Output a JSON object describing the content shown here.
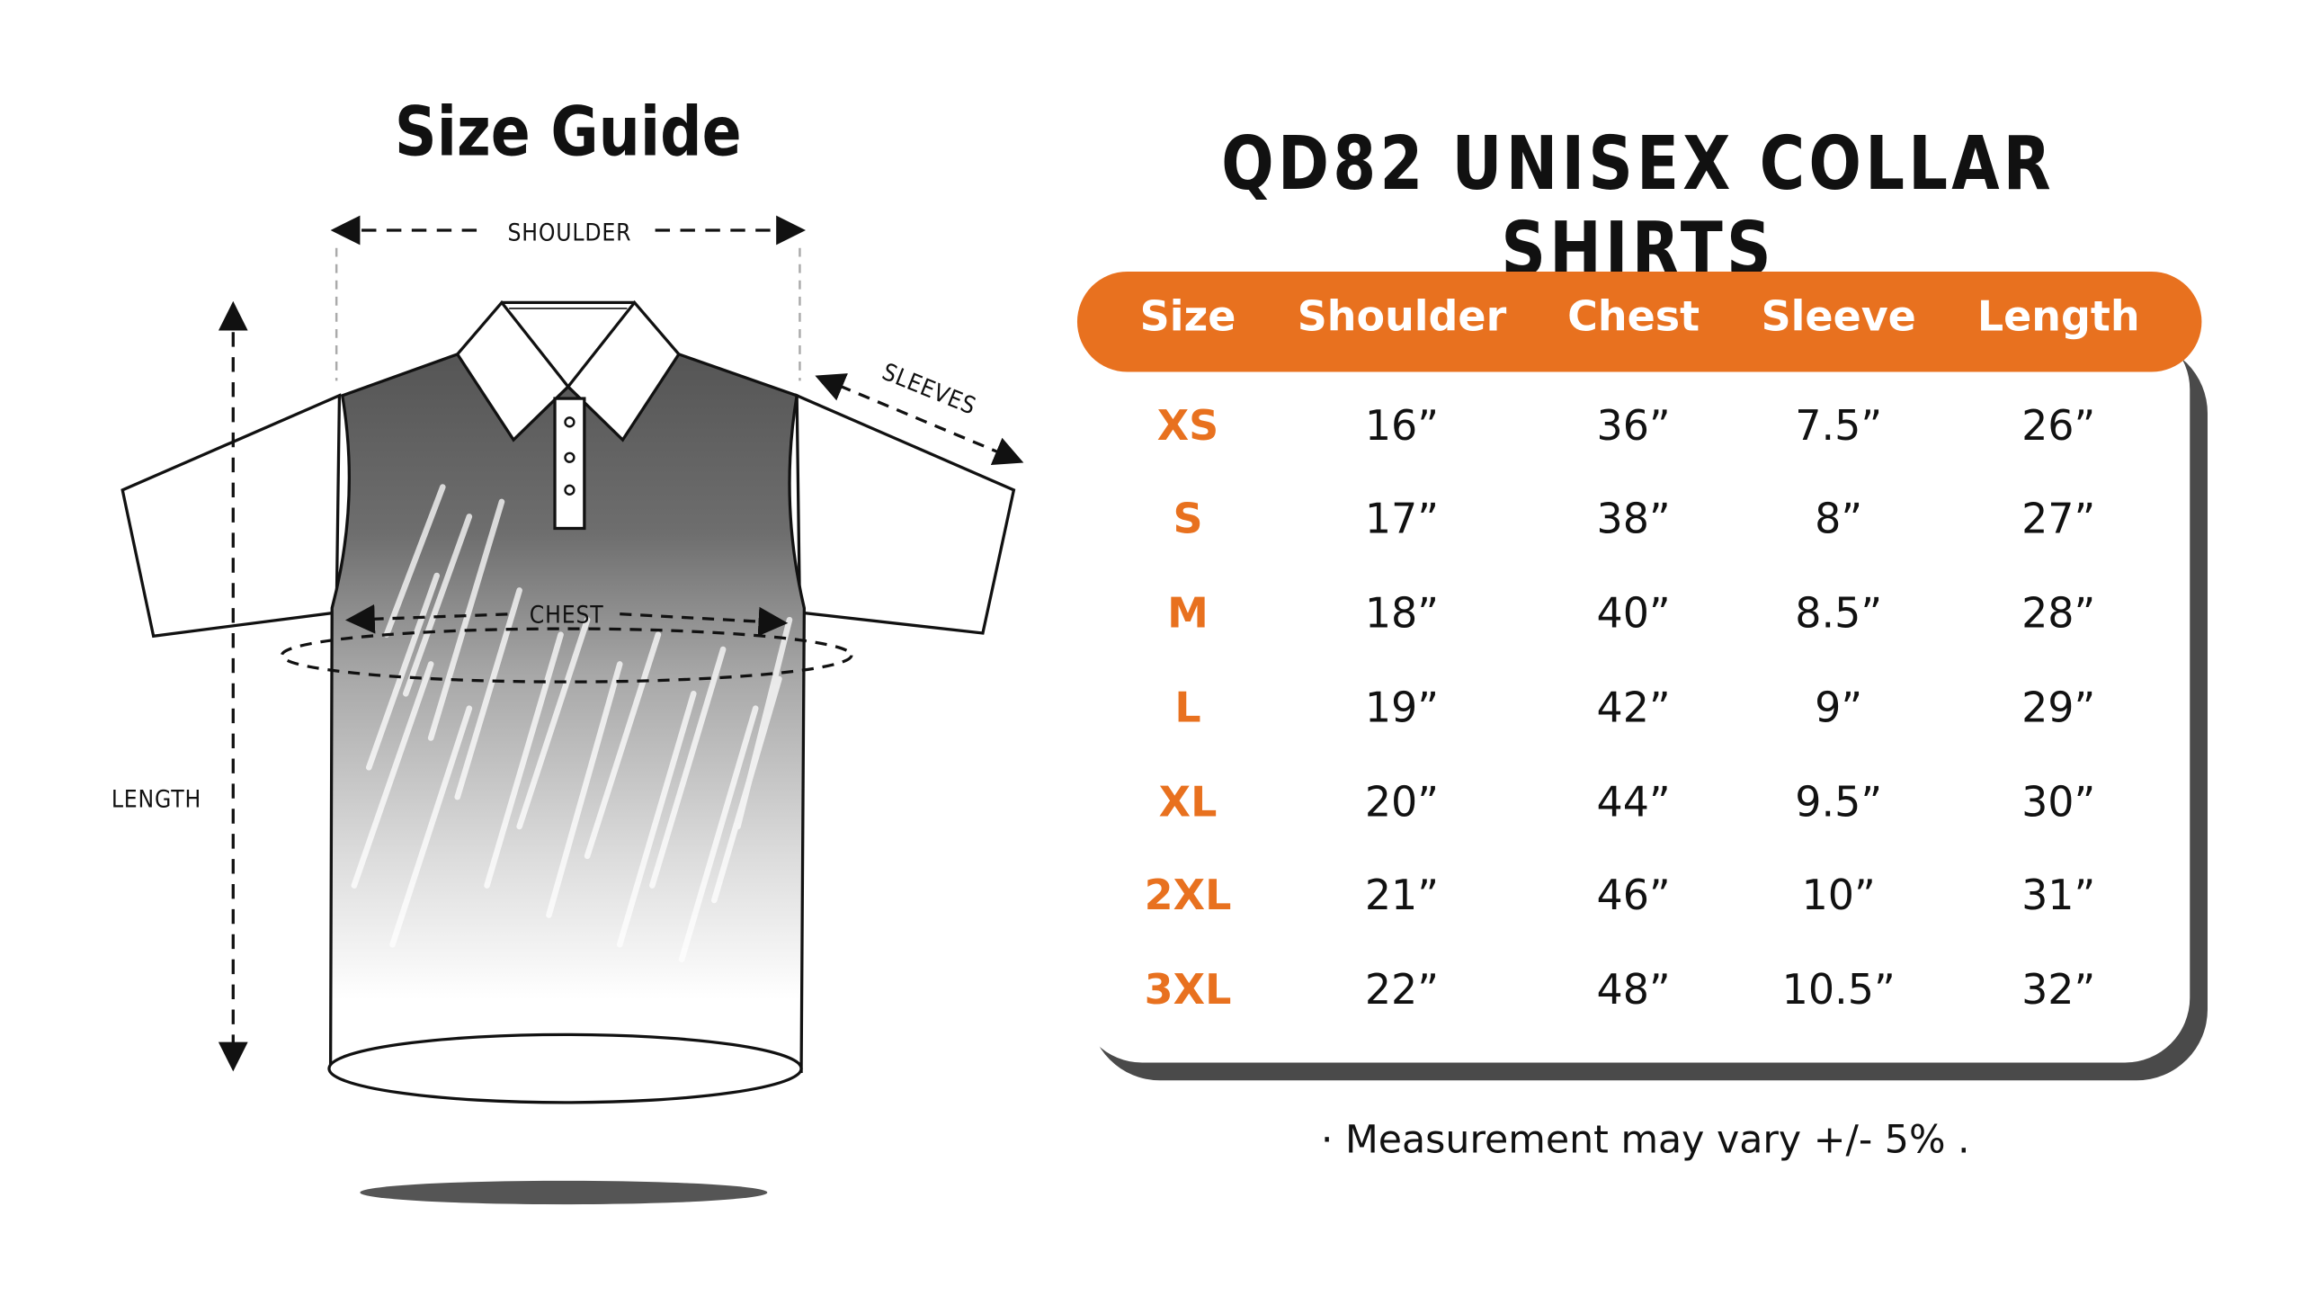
{
  "guide_title": "Size Guide",
  "product_title": "QD82 UNISEX COLLAR SHIRTS",
  "diagram_labels": {
    "shoulder": "SHOULDER",
    "sleeves": "SLEEVES",
    "chest": "CHEST",
    "length": "LENGTH"
  },
  "table": {
    "header_color": "#e8711f",
    "columns": [
      "Size",
      "Shoulder",
      "Chest",
      "Sleeve",
      "Length"
    ],
    "rows": [
      [
        "XS",
        "16”",
        "36”",
        "7.5”",
        "26”"
      ],
      [
        "S",
        "17”",
        "38”",
        "8”",
        "27”"
      ],
      [
        "M",
        "18”",
        "40”",
        "8.5”",
        "28”"
      ],
      [
        "L",
        "19”",
        "42”",
        "9”",
        "29”"
      ],
      [
        "XL",
        "20”",
        "44”",
        "9.5”",
        "30”"
      ],
      [
        "2XL",
        "21”",
        "46”",
        "10”",
        "31”"
      ],
      [
        "3XL",
        "22”",
        "48”",
        "10.5”",
        "32”"
      ]
    ]
  },
  "note": "· Measurement may vary +/- 5% ."
}
